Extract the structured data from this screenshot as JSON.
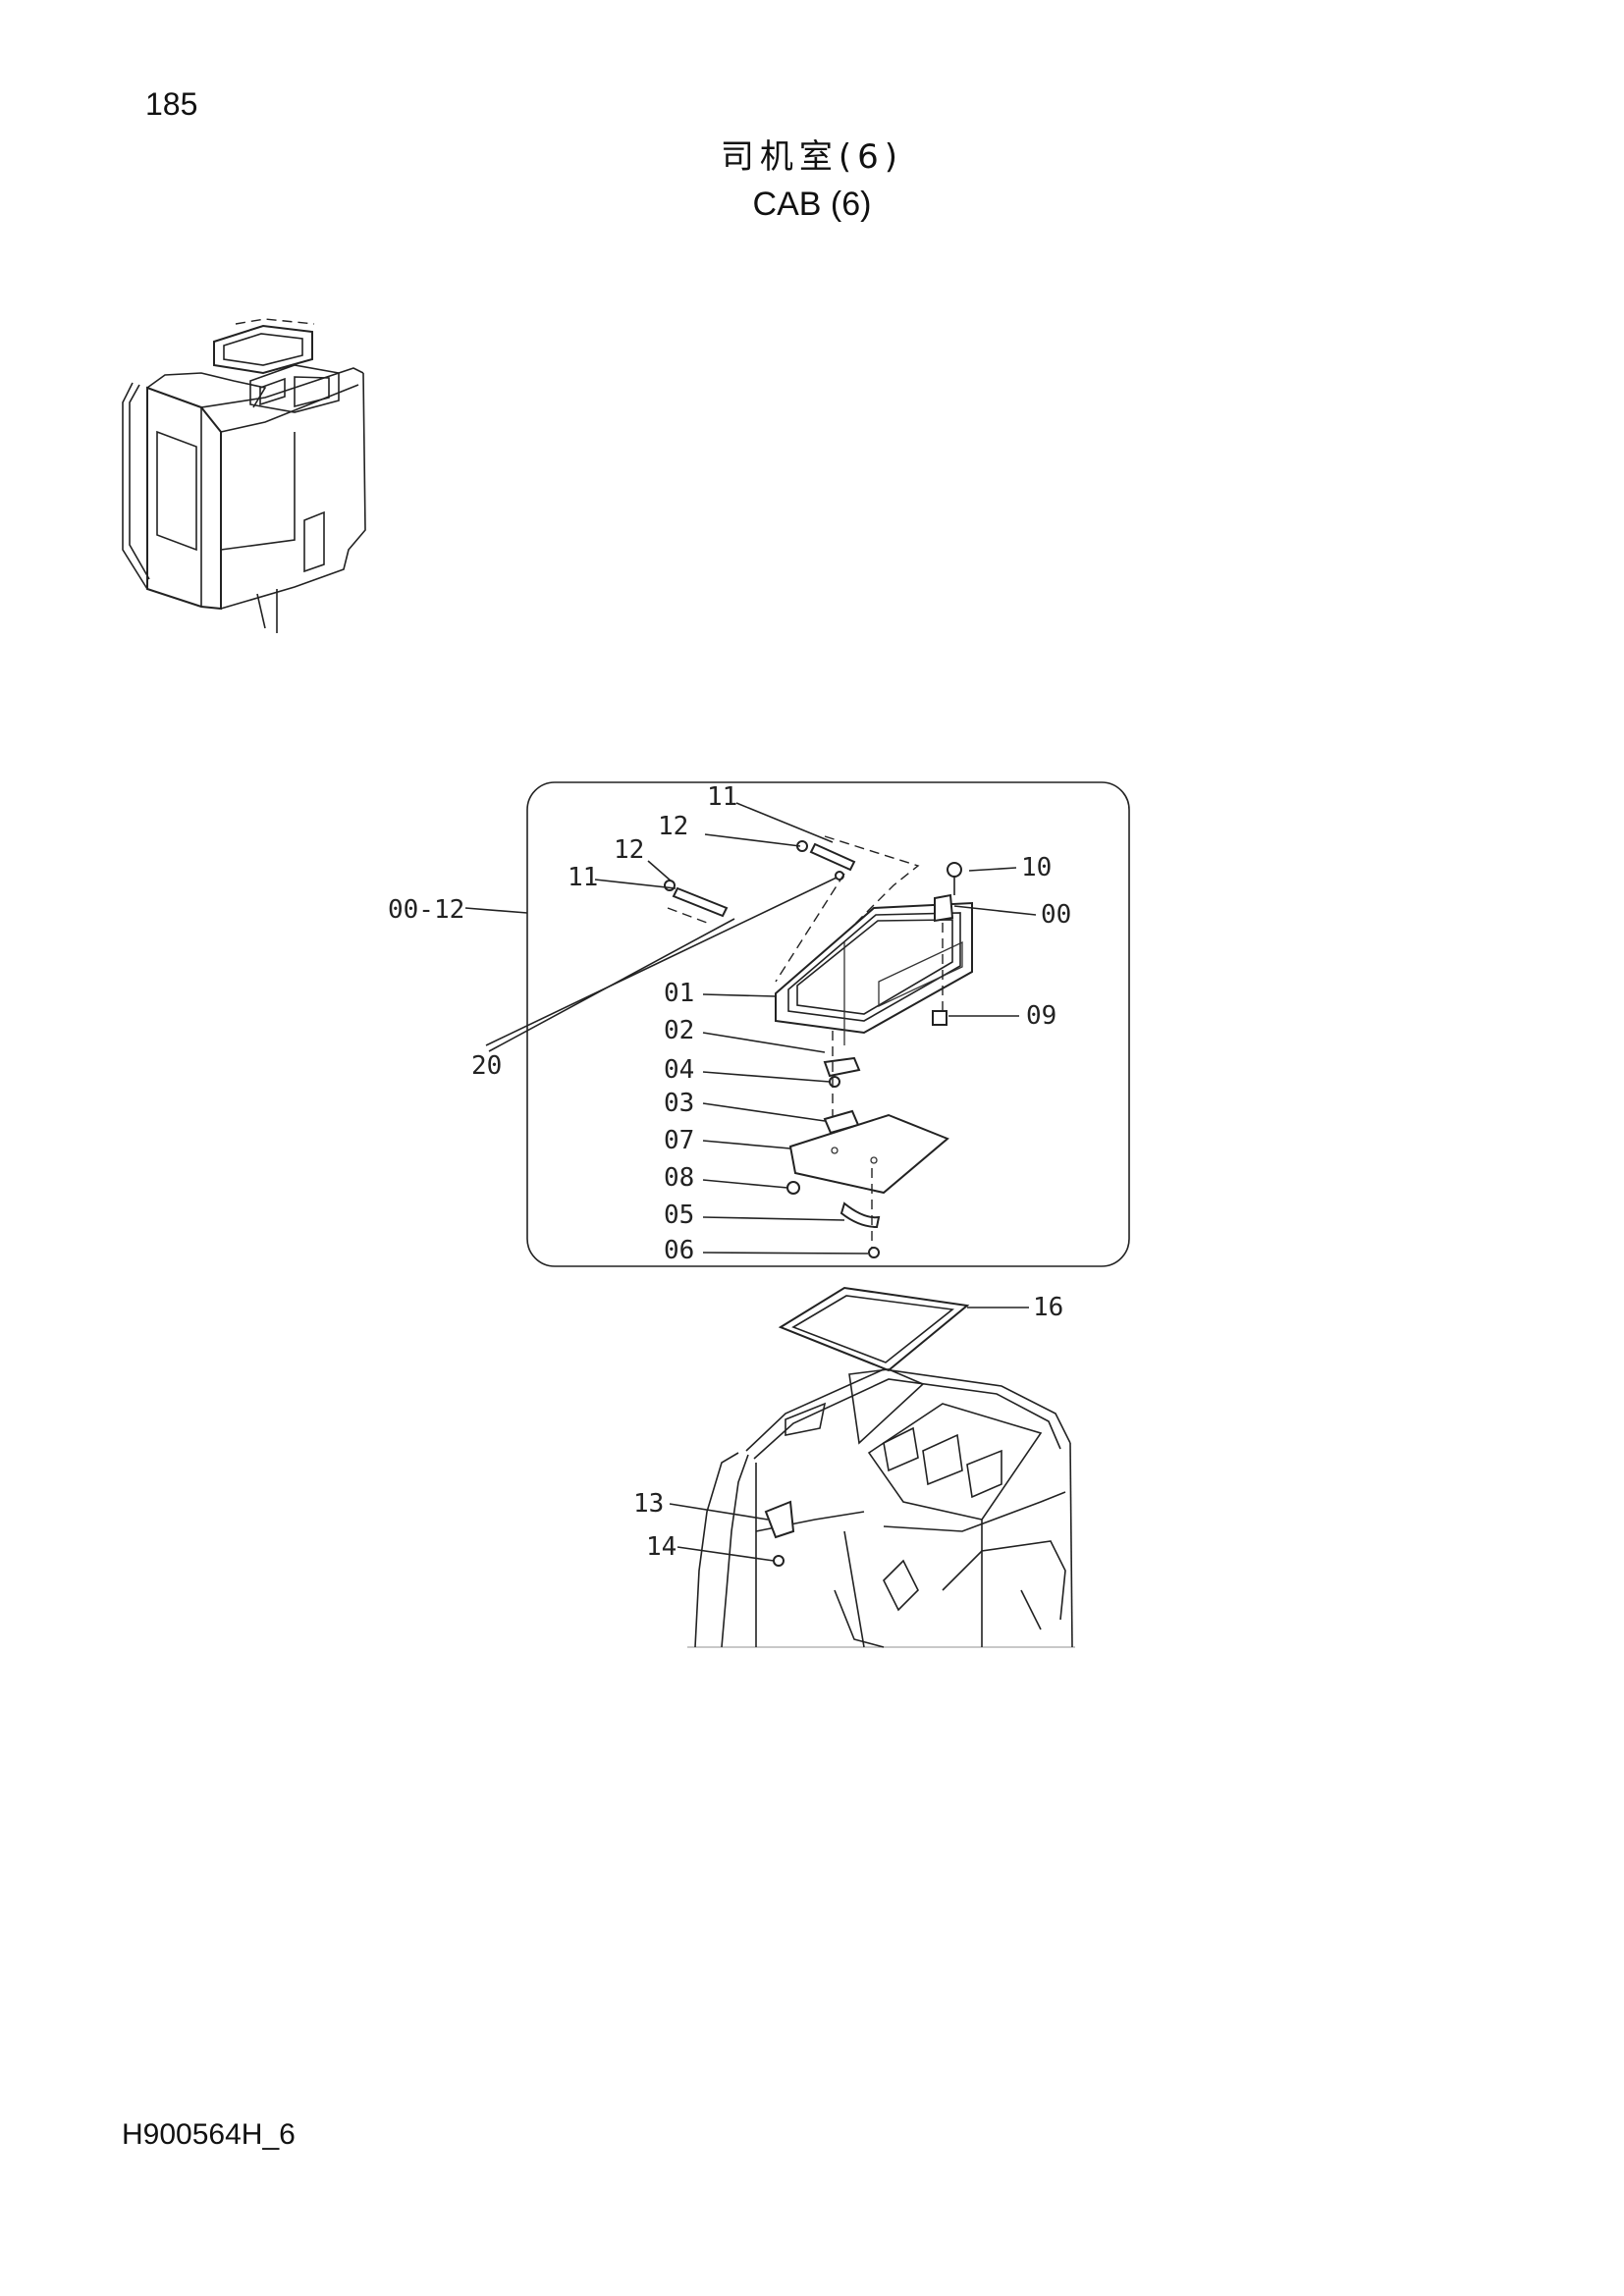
{
  "page": {
    "number": "185",
    "title_cn": "司机室(6)",
    "title_en": "CAB (6)",
    "document_code": "H900564H_6"
  },
  "callouts": {
    "c11a": "11",
    "c12a": "12",
    "c12b": "12",
    "c11b": "11",
    "c10": "10",
    "c00": "00",
    "c0012": "00-12",
    "c01": "01",
    "c09": "09",
    "c02": "02",
    "c20": "20",
    "c04": "04",
    "c03": "03",
    "c07": "07",
    "c08": "08",
    "c05": "05",
    "c06": "06",
    "c16": "16",
    "c13": "13",
    "c14": "14"
  }
}
